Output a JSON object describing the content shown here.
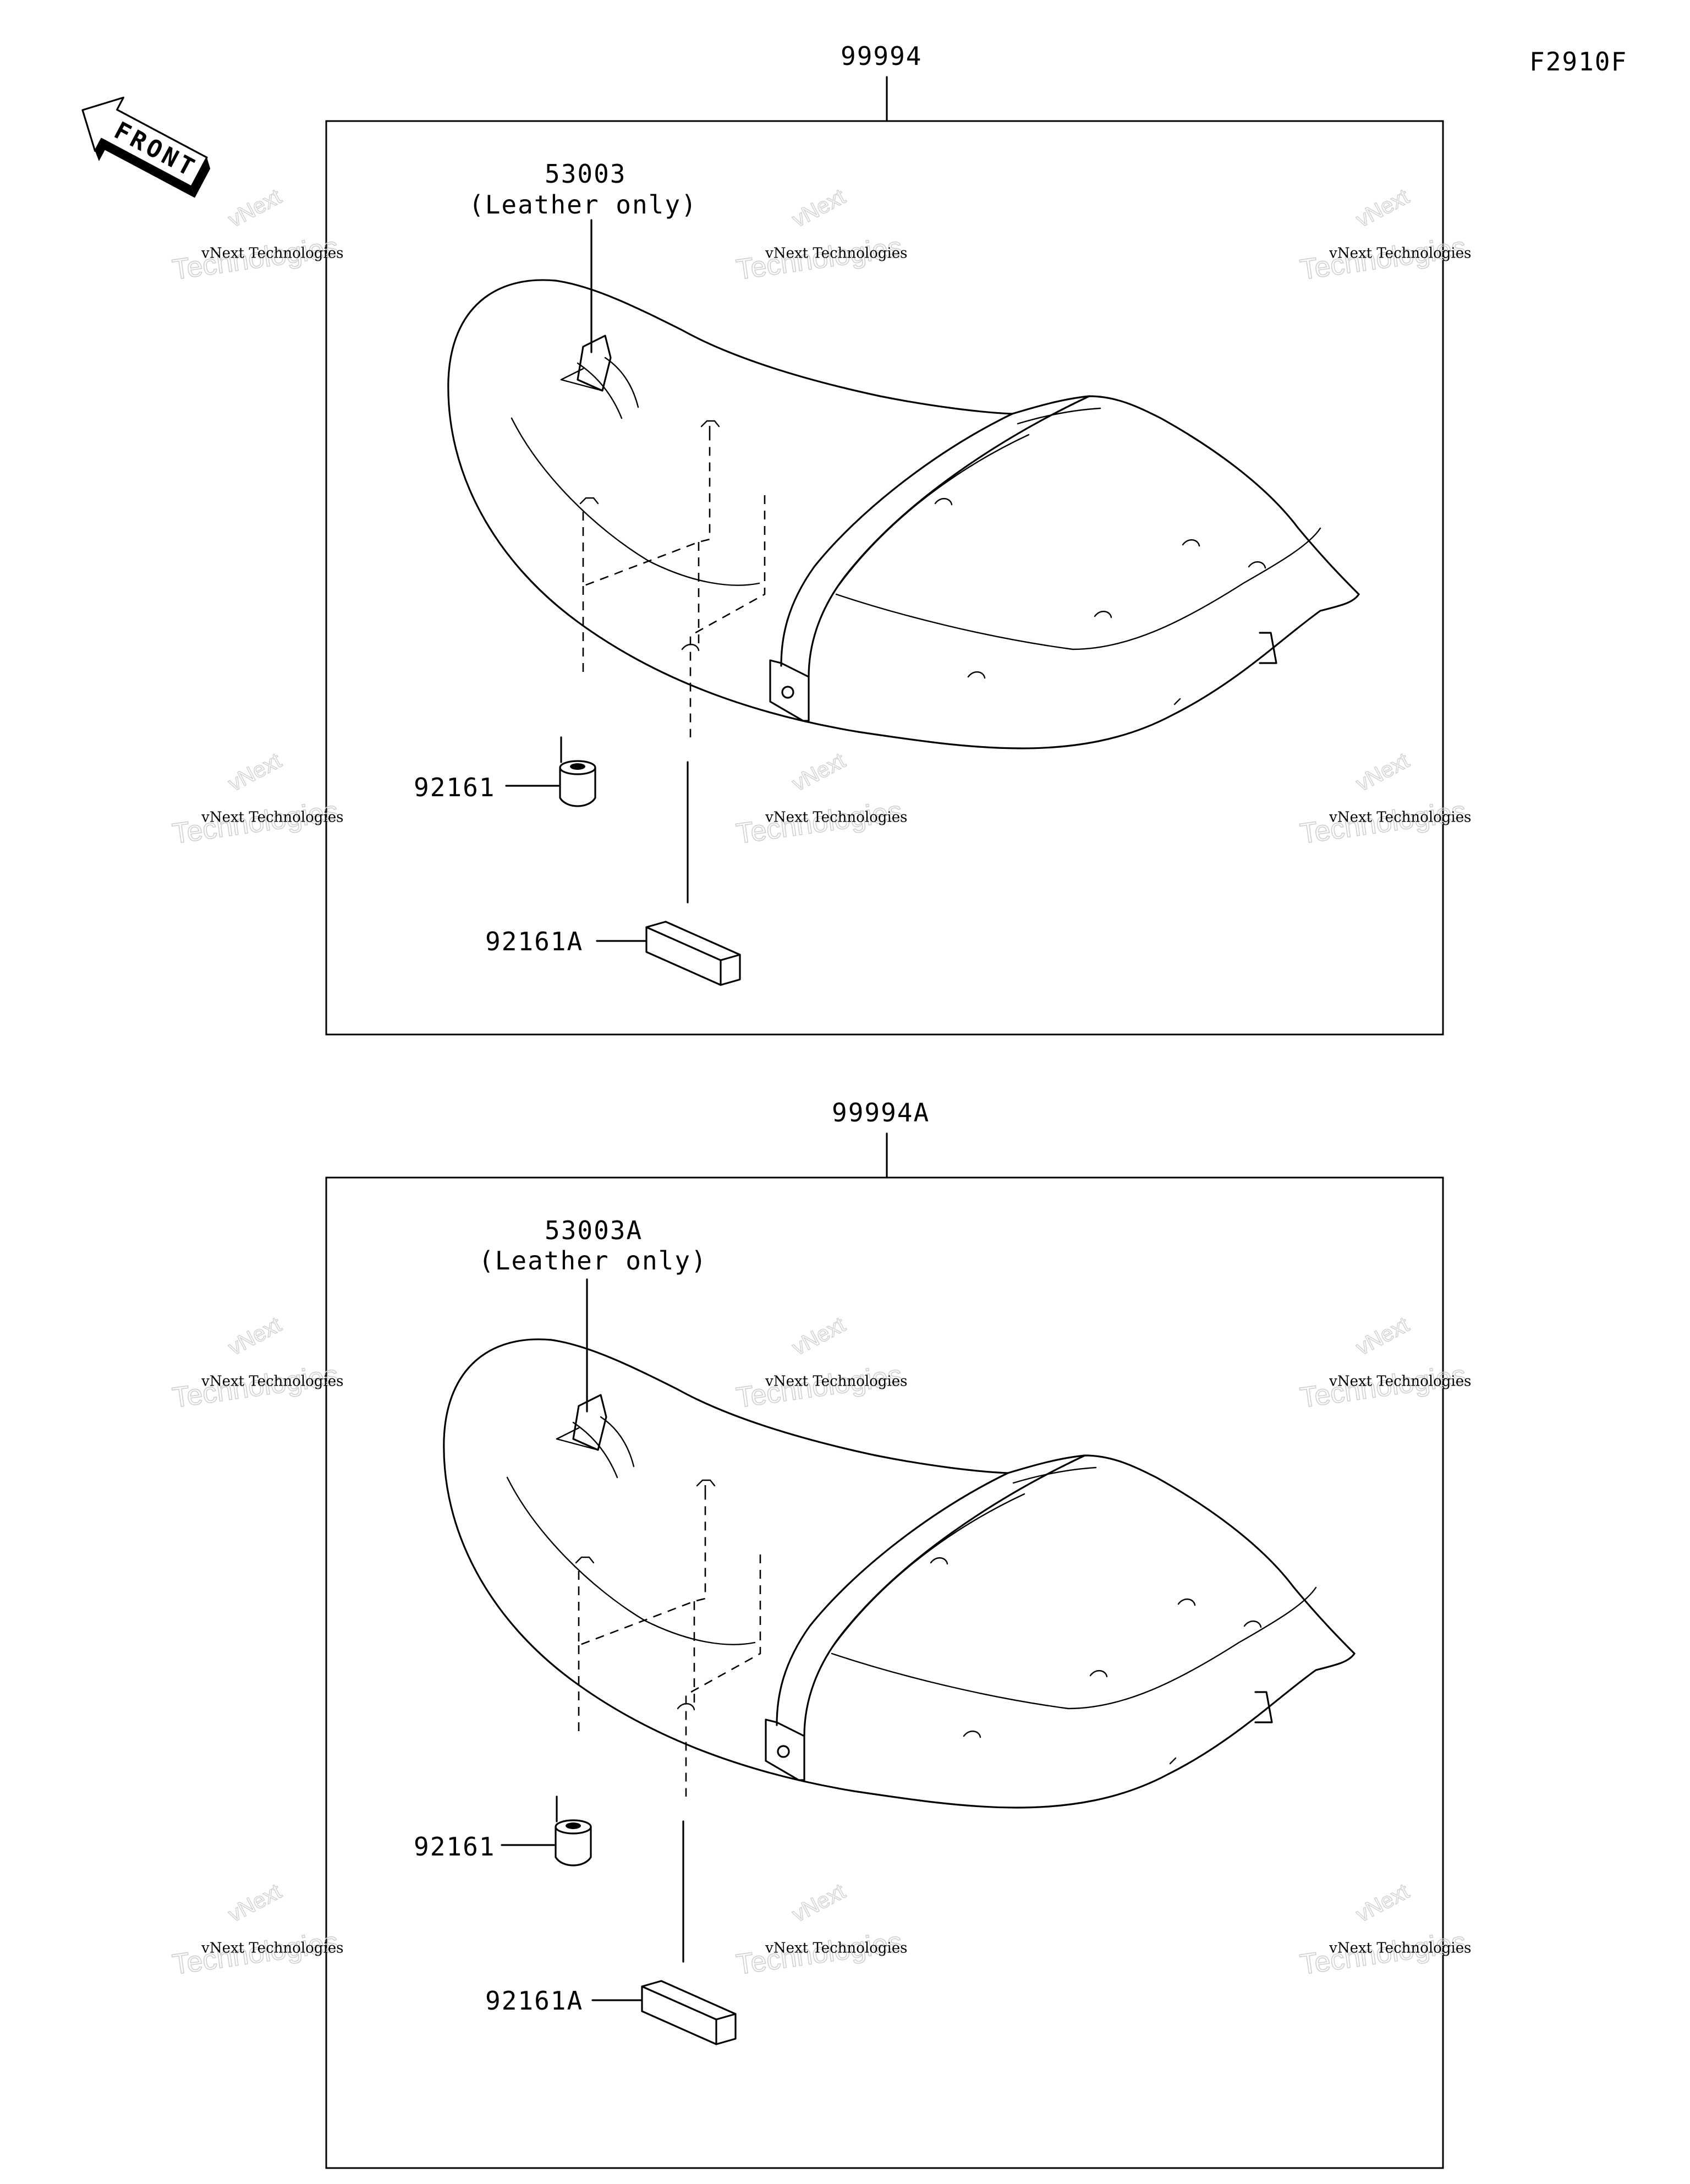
{
  "figure_code": "F2910F",
  "front_arrow": {
    "label": "FRONT",
    "icon": "front-direction-arrow-icon"
  },
  "panels": [
    {
      "assembly_number": "99994",
      "parts": [
        {
          "number": "53003",
          "note": "(Leather only)"
        },
        {
          "number": "92161"
        },
        {
          "number": "92161A"
        }
      ]
    },
    {
      "assembly_number": "99994A",
      "parts": [
        {
          "number": "53003A",
          "note": "(Leather only)"
        },
        {
          "number": "92161"
        },
        {
          "number": "92161A"
        }
      ]
    }
  ],
  "watermark": {
    "line1": "vNext Technologies",
    "line2": "Technologies",
    "line3": "vNext"
  }
}
